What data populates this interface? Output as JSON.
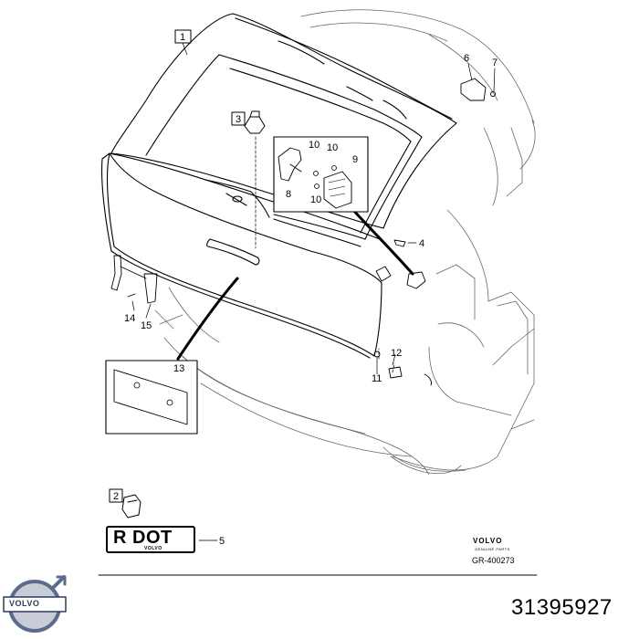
{
  "callouts": {
    "c1": "1",
    "c2": "2",
    "c3": "3",
    "c4": "4",
    "c5": "5",
    "c6": "6",
    "c7": "7",
    "c8": "8",
    "c9": "9",
    "c10a": "10",
    "c10b": "10",
    "c10c": "10",
    "c11": "11",
    "c12": "12",
    "c13": "13",
    "c14": "14",
    "c15": "15"
  },
  "rdot": {
    "main": "R DOT",
    "sub": "VOLVO"
  },
  "brand": {
    "name": "VOLVO",
    "subtitle": "GENUINE PARTS",
    "reference": "GR-400273"
  },
  "logo": {
    "text": "VOLVO",
    "color": "#2d3b63",
    "icon": "volvo-logo-icon"
  },
  "part_number": "31395927"
}
